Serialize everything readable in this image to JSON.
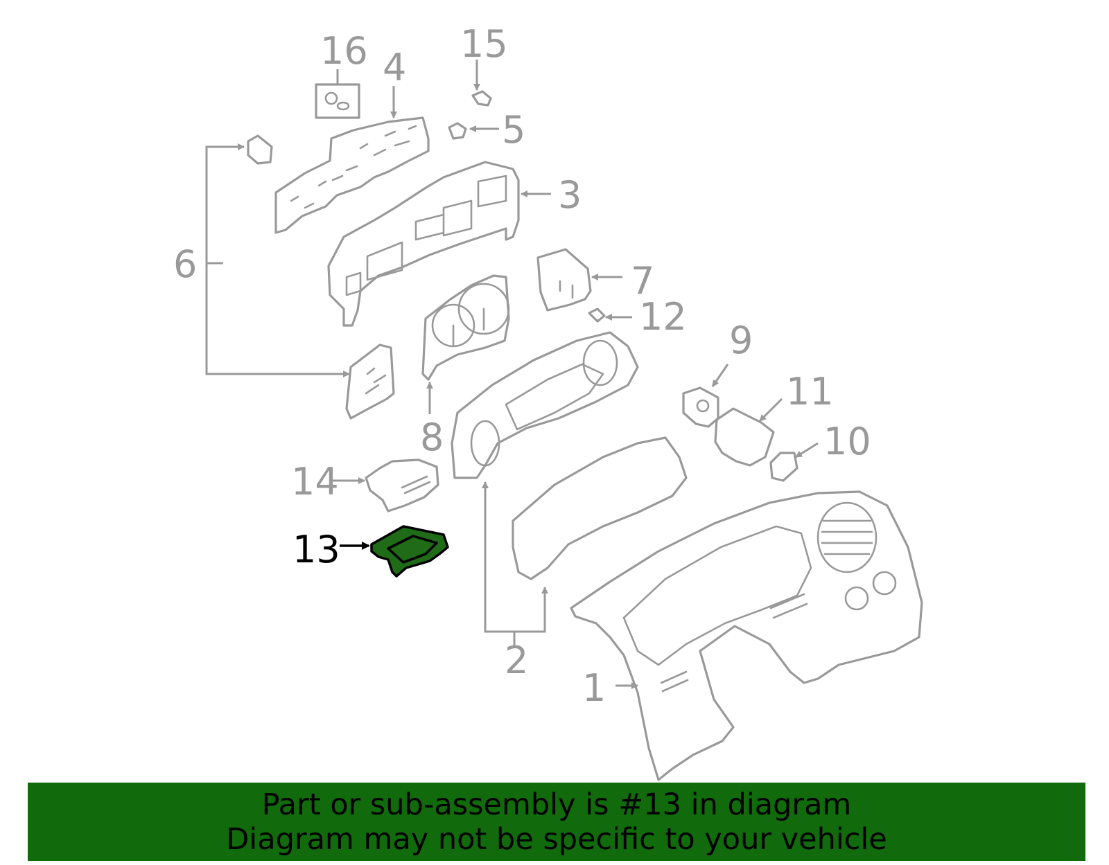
{
  "callouts": {
    "c1": "1",
    "c2": "2",
    "c3": "3",
    "c4": "4",
    "c5": "5",
    "c6": "6",
    "c7": "7",
    "c8": "8",
    "c9": "9",
    "c10": "10",
    "c11": "11",
    "c12": "12",
    "c13": "13",
    "c14": "14",
    "c15": "15",
    "c16": "16"
  },
  "selected_part": "13",
  "colors": {
    "part_stroke": "#999999",
    "highlight_fill": "#1f6b17",
    "banner_bg": "#116a0b",
    "text": "#000000"
  },
  "banner": {
    "line1": "Part or sub-assembly is #13 in diagram",
    "line2": "Diagram may not be specific to your vehicle"
  }
}
